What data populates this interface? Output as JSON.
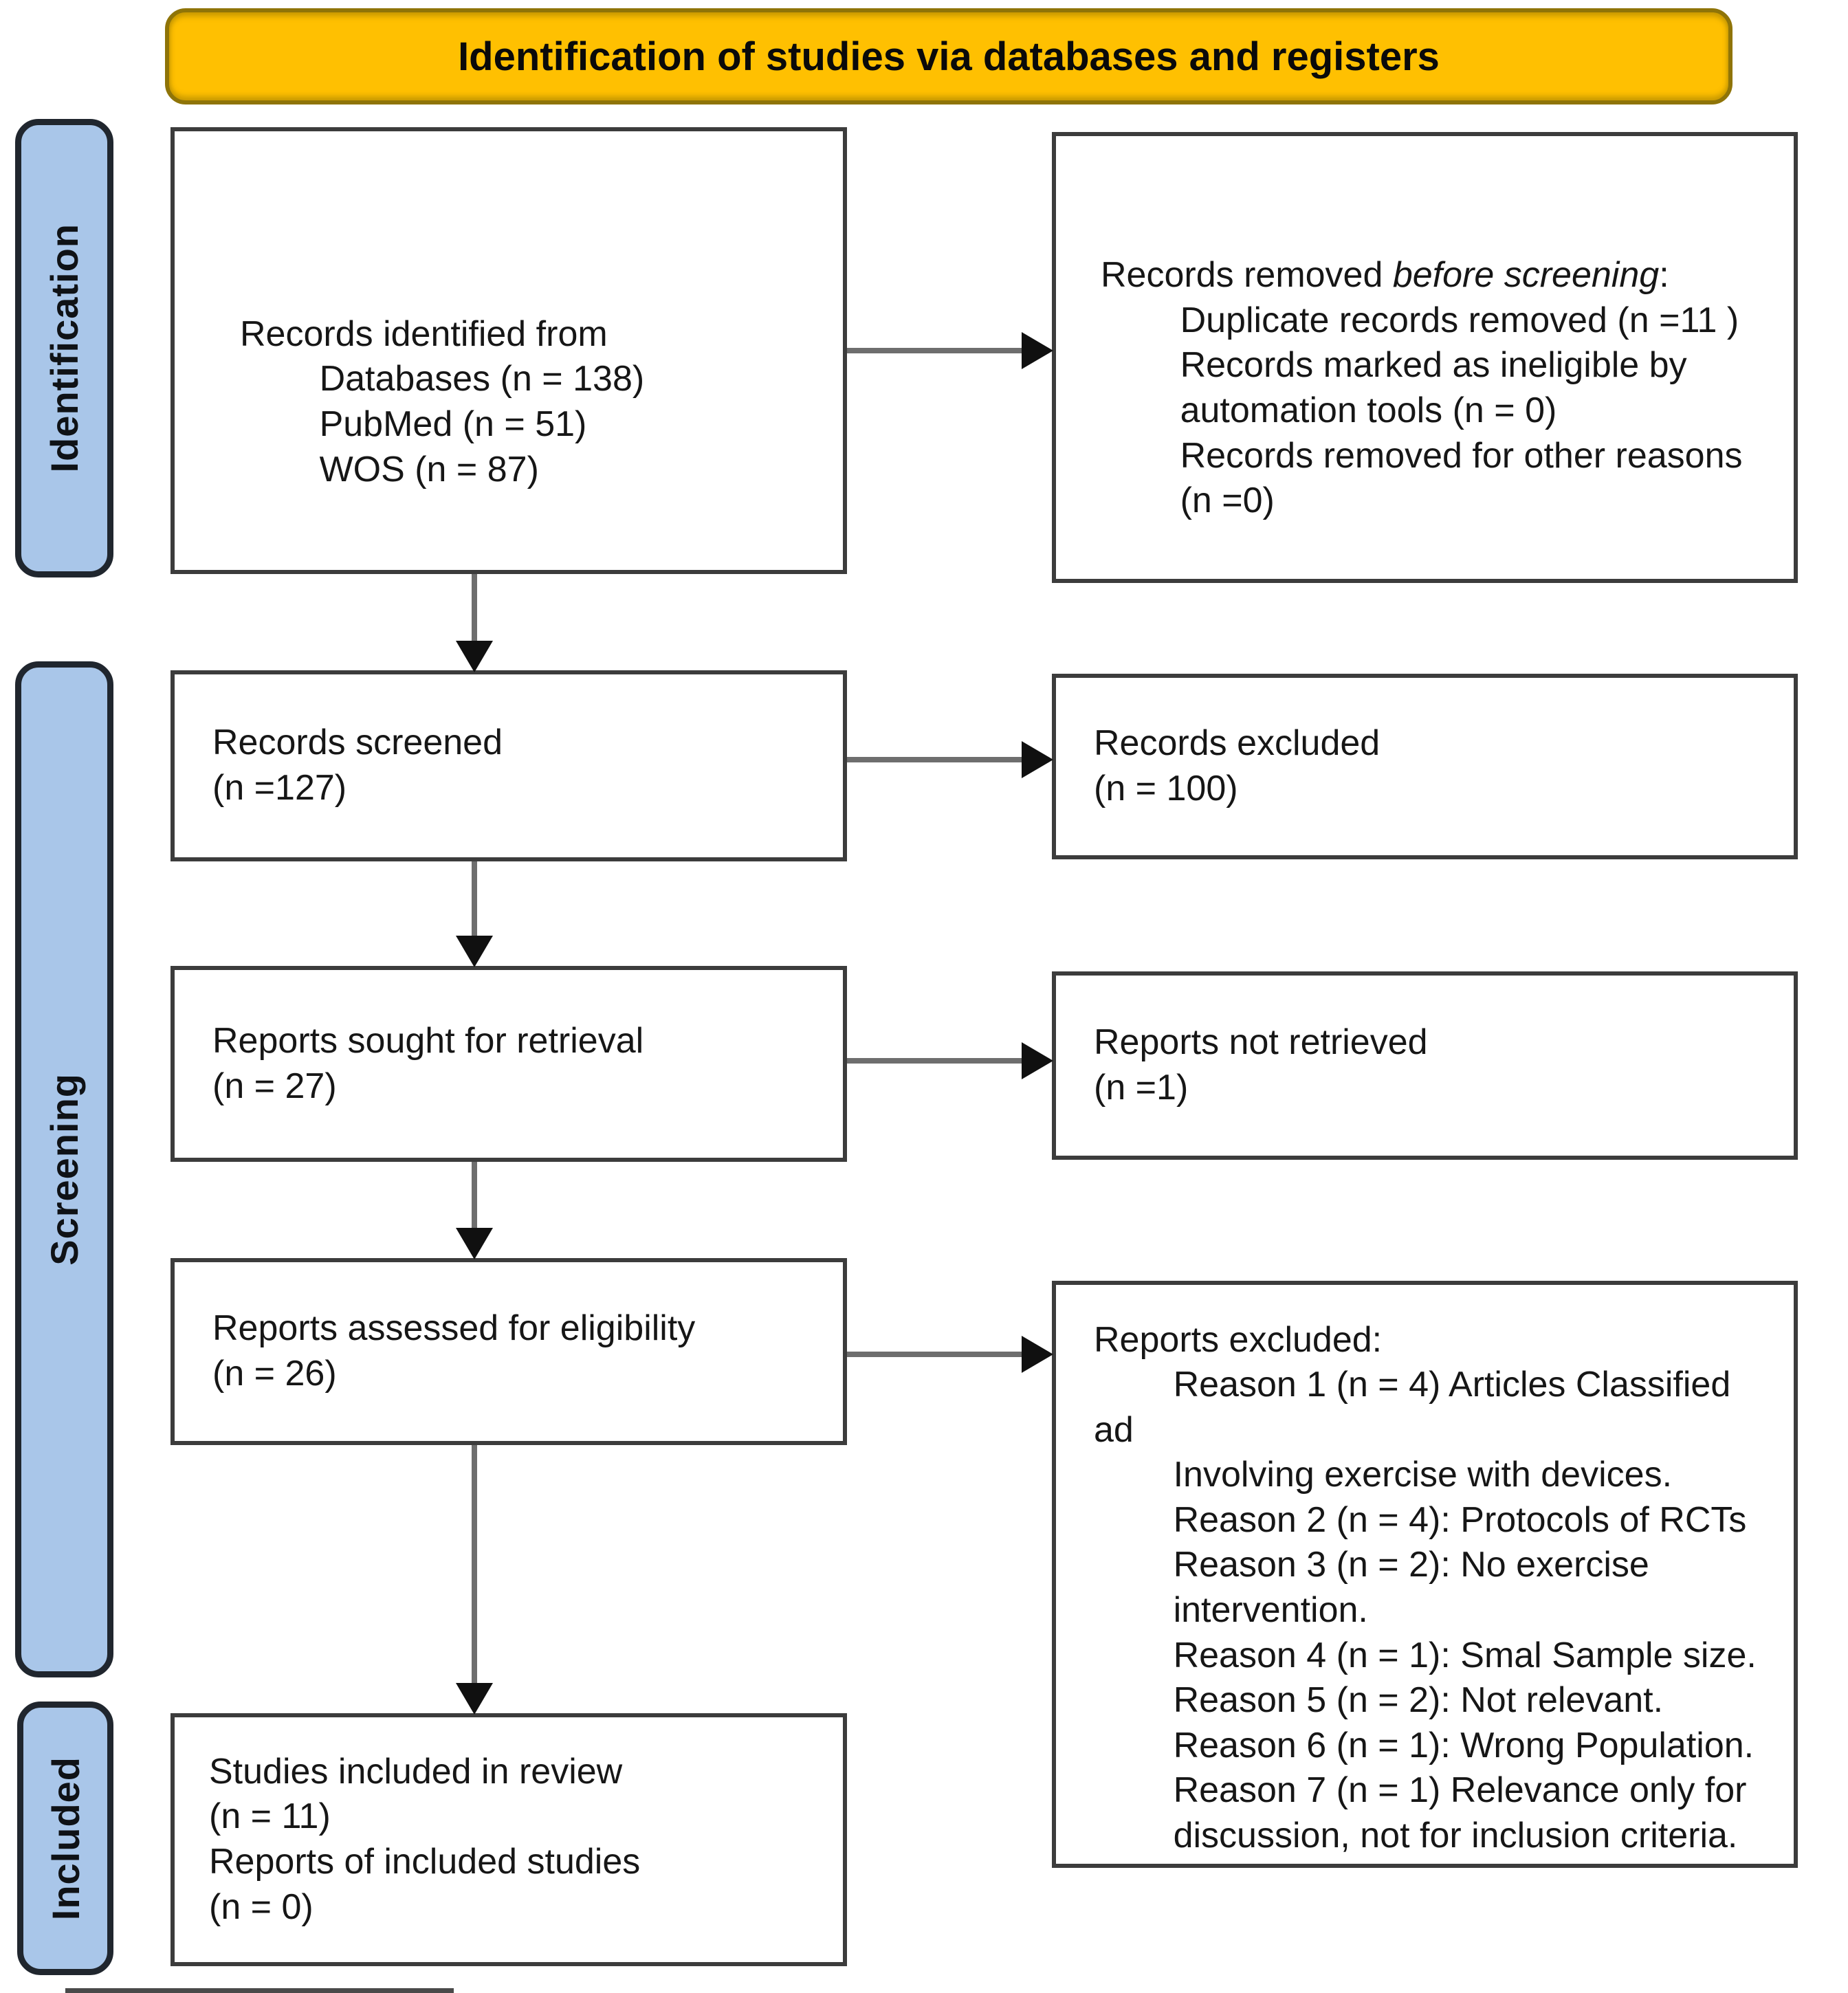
{
  "title": "Identification of studies via databases and registers",
  "stages": {
    "identification": "Identification",
    "screening": "Screening",
    "included": "Included"
  },
  "boxes": {
    "records_identified": "Records identified from\n        Databases (n = 138)\n        PubMed (n = 51)\n        WOS (n = 87)",
    "records_removed": {
      "prefix": "Records removed ",
      "italic": "before screening",
      "rest": ":\n        Duplicate records removed (n =11 )\n        Records marked as ineligible by\n        automation tools (n = 0)\n        Records removed for other reasons\n        (n =0)"
    },
    "records_screened": "Records screened\n(n =127)",
    "records_excluded": "Records excluded\n(n = 100)",
    "reports_sought": "Reports sought for retrieval\n(n = 27)",
    "reports_not_retrieved": "Reports not retrieved\n(n =1)",
    "reports_assessed": "Reports assessed for eligibility\n(n = 26)",
    "reports_excluded": "Reports excluded:\n        Reason 1 (n = 4) Articles Classified ad\n        Involving exercise with devices.\n        Reason 2 (n = 4): Protocols of RCTs\n        Reason 3 (n = 2): No exercise\n        intervention.\n        Reason 4 (n = 1): Smal Sample size.\n        Reason 5 (n = 2): Not relevant.\n        Reason 6 (n = 1): Wrong Population.\n        Reason 7 (n = 1) Relevance only for\n        discussion, not for inclusion criteria.",
    "studies_included": "Studies included in review\n(n = 11)\nReports of included studies\n(n = 0)"
  },
  "colors": {
    "banner_fill": "#FFC001",
    "banner_border": "#8f7408",
    "stage_fill": "#A9C6E9",
    "box_border": "#3c3c3c",
    "arrow_line": "#6e6e6e",
    "arrow_head": "#101010"
  }
}
